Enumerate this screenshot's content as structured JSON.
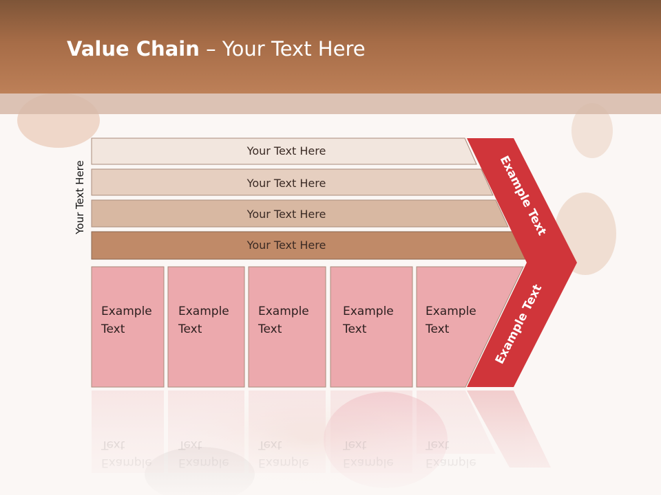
{
  "title": {
    "bold": "Value Chain",
    "rest": " – Your Text Here"
  },
  "side_label": "Your Text Here",
  "bars": [
    "Your Text Here",
    "Your Text Here",
    "Your Text Here",
    "Your Text Here"
  ],
  "cells": [
    {
      "line1": "Example",
      "line2": "Text"
    },
    {
      "line1": "Example",
      "line2": "Text"
    },
    {
      "line1": "Example",
      "line2": "Text"
    },
    {
      "line1": "Example",
      "line2": "Text"
    },
    {
      "line1": "Example",
      "line2": "Text"
    }
  ],
  "arrow": {
    "upper": "Example Text",
    "lower": "Example Text"
  },
  "colors": {
    "header": "#b27752",
    "bar1": "#f2e6de",
    "bar2": "#e6cfc0",
    "bar3": "#d8b8a2",
    "bar4": "#c08a68",
    "cell": "#eca9ad",
    "arrow": "#d0353a"
  }
}
